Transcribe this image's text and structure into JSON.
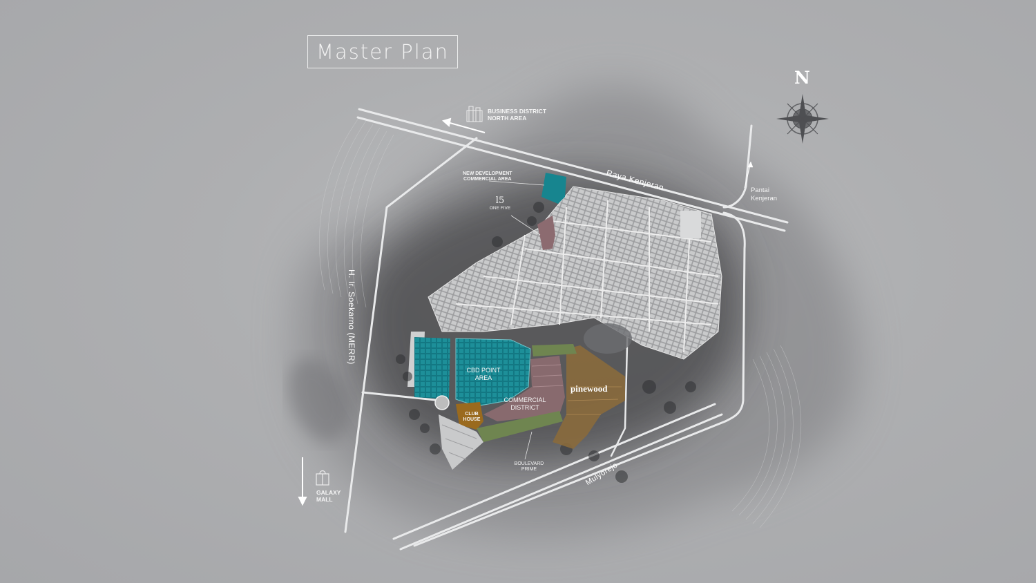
{
  "title": "Master Plan",
  "compass": {
    "letter": "N",
    "icon": "compass-rose-icon"
  },
  "destinations": {
    "business_district": {
      "line1": "BUSINESS DISTRICT",
      "line2": "NORTH AREA",
      "icon": "building-icon"
    },
    "pantai_kenjeran": {
      "line1": "Pantai",
      "line2": "Kenjeran"
    },
    "galaxy_mall": {
      "line1": "GALAXY",
      "line2": "MALL",
      "icon": "shopping-bag-icon"
    }
  },
  "roads": {
    "raya_kenjeran": "Raya Kenjeran",
    "soekarno": "H. Ir. Soekarno (MERR)",
    "mulyorejo": "Mulyorejo"
  },
  "zones": {
    "new_development": {
      "line1": "NEW DEVELOPMENT",
      "line2": "COMMERCIAL AREA"
    },
    "one_five": {
      "logo": "l5",
      "label": "ONE FIVE"
    },
    "cbd_point": {
      "line1": "CBD POINT",
      "line2": "AREA"
    },
    "commercial_district": {
      "line1": "COMMERCIAL",
      "line2": "DISTRICT"
    },
    "club_house": {
      "line1": "CLUB",
      "line2": "HOUSE"
    },
    "pinewood": "pinewood",
    "boulevard_prime": {
      "line1": "BOULEVARD",
      "line2": "PRIME"
    }
  },
  "colors": {
    "cbd_teal": "#17858f",
    "commercial_mauve": "#8c6b70",
    "club_orange": "#9a6a1e",
    "pinewood_brown": "#8a6a3c",
    "boulevard_green": "#6f8550",
    "road_white": "#e9eaeb"
  }
}
